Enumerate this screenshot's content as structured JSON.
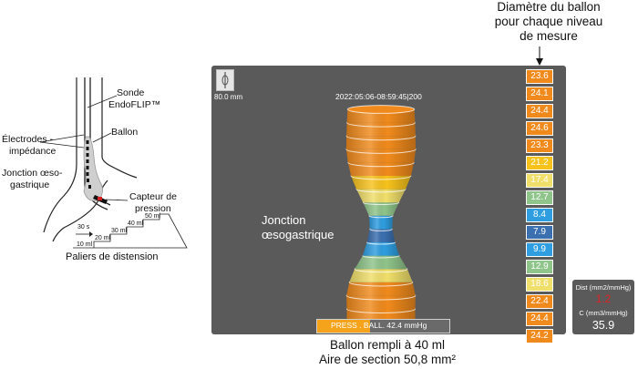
{
  "schematic": {
    "probe_label": [
      "Sonde",
      "EndoFLIP™"
    ],
    "balloon_label": "Ballon",
    "electrodes_label": [
      "Électrodes -",
      "impédance"
    ],
    "junction_label": [
      "Jonction œso-",
      "gastrique"
    ],
    "sensor_label": [
      "Capteur de",
      "pression"
    ],
    "time_label": "30 s",
    "steps": [
      "10 ml",
      "20 ml",
      "30 ml",
      "40 ml",
      "50 ml"
    ],
    "steps_caption": "Paliers de distension"
  },
  "screen": {
    "probe_length": "80.0 mm",
    "timestamp": "2022:05:06-08:59:45|200",
    "junction_label": [
      "Jonction",
      "œsogastrique"
    ],
    "pressure_text": "PRESS . BALL. 42.4 mmHg",
    "pressure_fill_fraction": 0.4
  },
  "diameters": [
    {
      "value": "23.6",
      "color": "#f08a1c",
      "dark": false
    },
    {
      "value": "24.1",
      "color": "#f08a1c",
      "dark": false
    },
    {
      "value": "24.4",
      "color": "#f08a1c",
      "dark": false
    },
    {
      "value": "24.6",
      "color": "#f08a1c",
      "dark": false
    },
    {
      "value": "23.3",
      "color": "#f08a1c",
      "dark": false
    },
    {
      "value": "21.2",
      "color": "#f7c21c",
      "dark": false
    },
    {
      "value": "17.4",
      "color": "#f0df6a",
      "dark": false
    },
    {
      "value": "12.7",
      "color": "#8fc48a",
      "dark": false
    },
    {
      "value": "8.4",
      "color": "#2e9ee0",
      "dark": false
    },
    {
      "value": "7.9",
      "color": "#3a6fb0",
      "dark": false
    },
    {
      "value": "9.9",
      "color": "#2e9ee0",
      "dark": false
    },
    {
      "value": "12.9",
      "color": "#8fc48a",
      "dark": false
    },
    {
      "value": "18.6",
      "color": "#f0df6a",
      "dark": false
    },
    {
      "value": "22.4",
      "color": "#f08a1c",
      "dark": false
    },
    {
      "value": "24.4",
      "color": "#f08a1c",
      "dark": false
    },
    {
      "value": "24.2",
      "color": "#f08a1c",
      "dark": false
    }
  ],
  "stats": {
    "dist_label": "Dist (mm2/mmHg)",
    "dist_value": "1.2",
    "dist_color": "#e02020",
    "c_label": "C (mm3/mmHg)",
    "c_value": "35.9"
  },
  "top_caption": [
    "Diamètre du ballon",
    "pour chaque niveau",
    "de mesure"
  ],
  "bottom_caption": [
    "Ballon rempli à 40 ml",
    "Aire de section 50,8 mm²"
  ]
}
